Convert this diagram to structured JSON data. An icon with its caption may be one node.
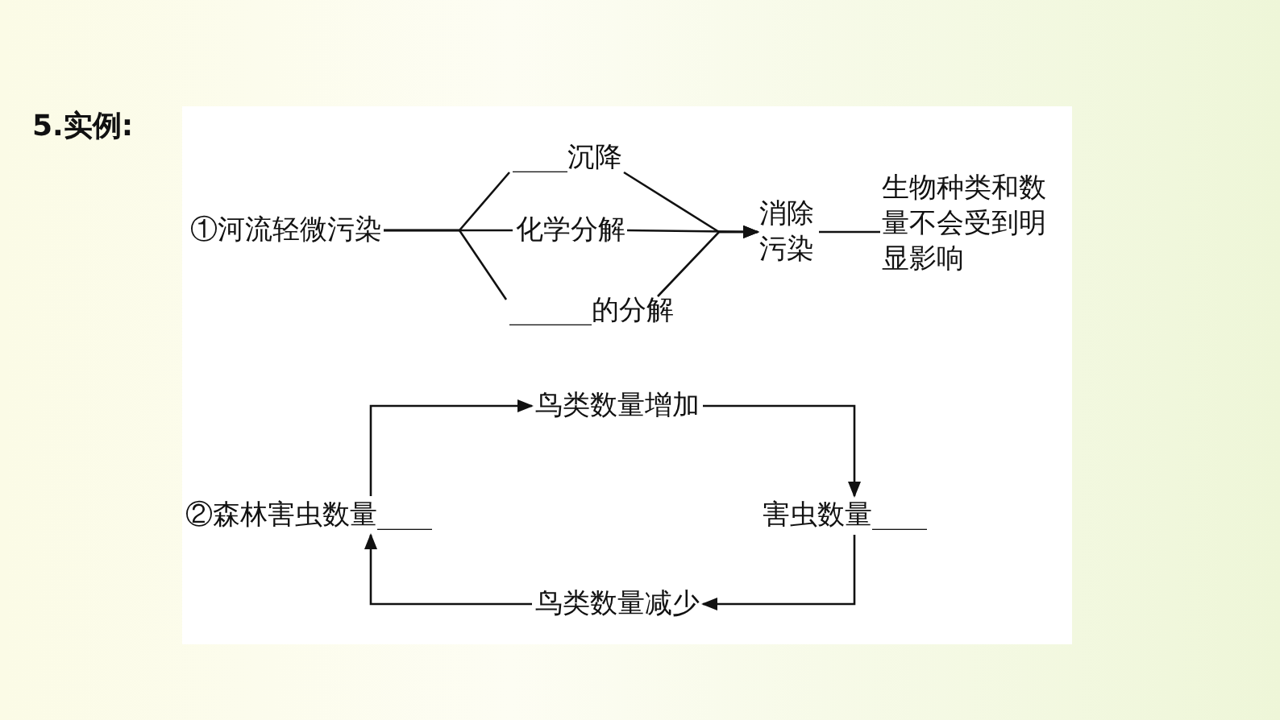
{
  "diagram": {
    "title": "5.实例:",
    "nodes": [
      {
        "text": [
          "①河流轻微污染"
        ]
      },
      {
        "text": [
          "____沉降"
        ]
      },
      {
        "text": [
          "化学分解"
        ]
      },
      {
        "text": [
          "______的分解"
        ]
      },
      {
        "text": [
          "消除污染"
        ]
      },
      {
        "text": [
          "生物种类和数量不会受到明显影响"
        ]
      },
      {
        "text": [
          "鸟类数量增加"
        ]
      },
      {
        "text": [
          "②森林害虫数量____"
        ]
      },
      {
        "text": [
          "害虫数量____"
        ]
      },
      {
        "text": [
          "鸟类数量减少"
        ]
      }
    ],
    "edges": [
      {
        "from": 0,
        "to": 1,
        "arrow": "none"
      },
      {
        "from": 0,
        "to": 2,
        "arrow": "none"
      },
      {
        "from": 0,
        "to": 3,
        "arrow": "none"
      },
      {
        "from": 1,
        "to": 4,
        "arrow": "to"
      },
      {
        "from": 2,
        "to": 4,
        "arrow": "to"
      },
      {
        "from": 3,
        "to": 4,
        "arrow": "to"
      },
      {
        "from": 4,
        "to": 5,
        "arrow": "none"
      },
      {
        "from": 7,
        "to": 6,
        "arrow": "to"
      },
      {
        "from": 6,
        "to": 8,
        "arrow": "to"
      },
      {
        "from": 8,
        "to": 9,
        "arrow": "to"
      },
      {
        "from": 9,
        "to": 7,
        "arrow": "to"
      }
    ]
  }
}
